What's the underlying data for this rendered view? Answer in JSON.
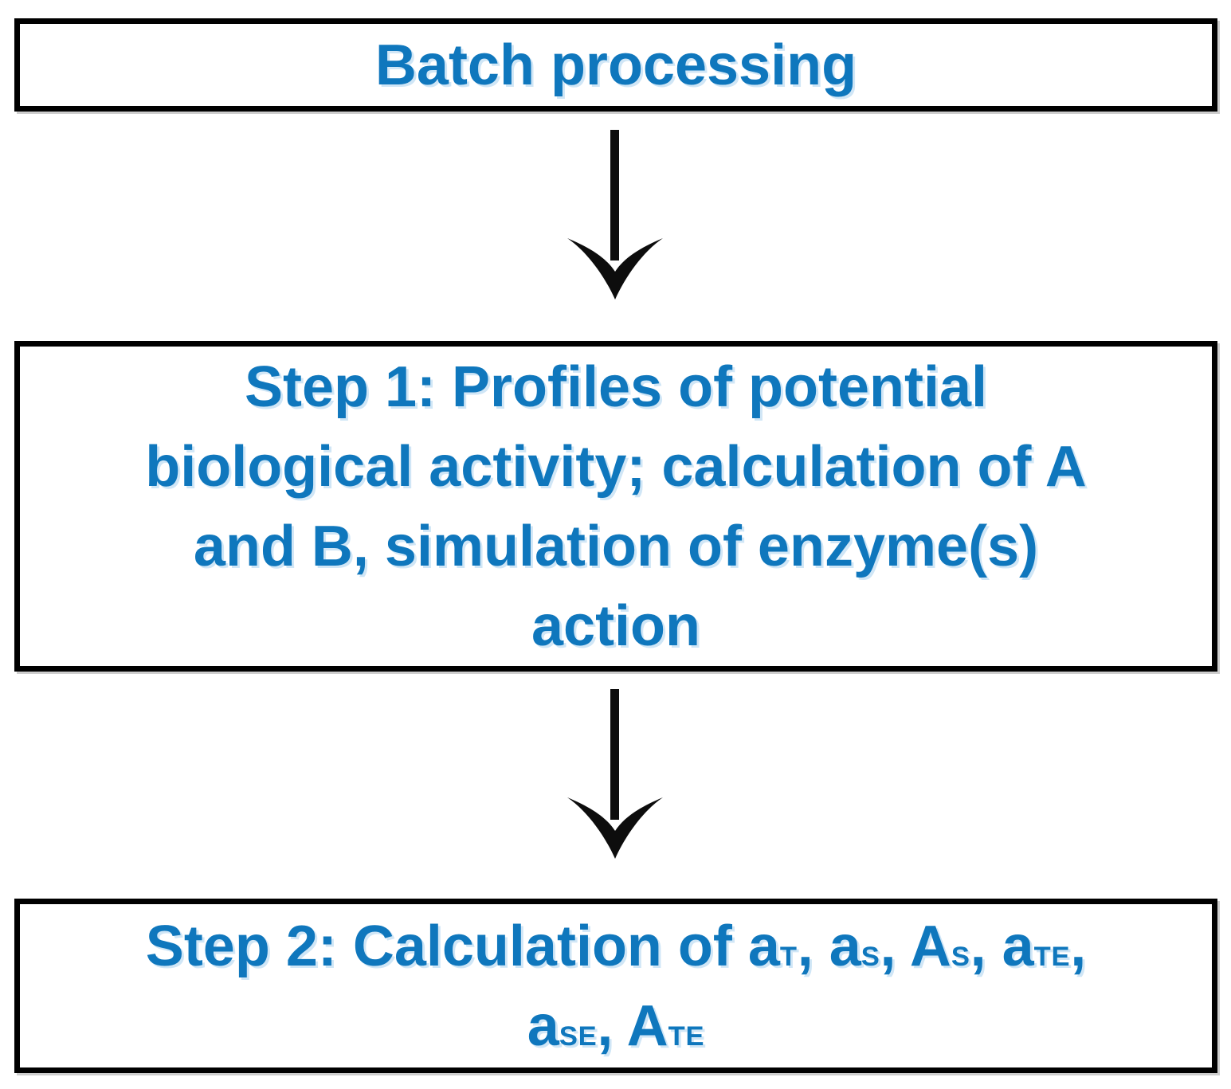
{
  "colors": {
    "text": "#0f77bd",
    "border": "#000000",
    "arrow": "#0d0d0d",
    "background": "#ffffff"
  },
  "icons": {
    "connector": "down-arrow-icon"
  },
  "flowchart": {
    "nodes": {
      "batch": {
        "label": "Batch processing"
      },
      "step1": {
        "lines": [
          "Step 1: Profiles of potential",
          "biological activity; calculation of A",
          "and B, simulation of enzyme(s)",
          "action"
        ]
      },
      "step2": {
        "lines": [
          [
            {
              "text": "Step 2: Calculation of a"
            },
            {
              "sub": "T"
            },
            {
              "text": ", a"
            },
            {
              "sub": "S"
            },
            {
              "text": ", A"
            },
            {
              "sub": "S"
            },
            {
              "text": ", a"
            },
            {
              "sub": "TE"
            },
            {
              "text": ","
            }
          ],
          [
            {
              "text": "a"
            },
            {
              "sub": "SE"
            },
            {
              "text": ", A"
            },
            {
              "sub": "TE"
            }
          ]
        ]
      }
    }
  }
}
